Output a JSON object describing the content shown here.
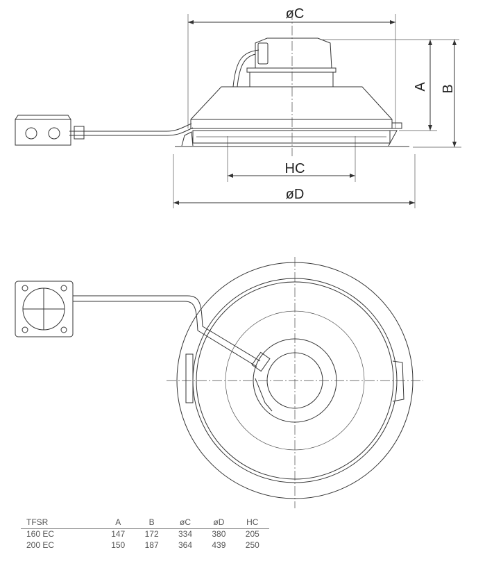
{
  "drawing": {
    "labels": {
      "diameter_c": "øC",
      "height_a": "A",
      "height_b": "B",
      "hole_c": "HC",
      "diameter_d": "øD"
    }
  },
  "table": {
    "headers": [
      "TFSR",
      "A",
      "B",
      "øC",
      "øD",
      "HC"
    ],
    "rows": [
      [
        "160 EC",
        "147",
        "172",
        "334",
        "380",
        "205"
      ],
      [
        "200 EC",
        "150",
        "187",
        "364",
        "439",
        "250"
      ]
    ]
  }
}
